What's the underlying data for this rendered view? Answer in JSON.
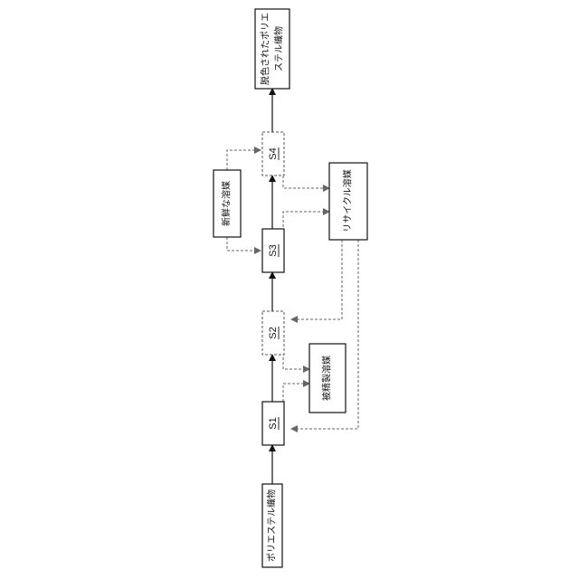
{
  "nodes": {
    "polyester_fabric": {
      "label": "ポリエステル織物"
    },
    "s1": {
      "label": "S1"
    },
    "s2": {
      "label": "S2"
    },
    "s3": {
      "label": "S3"
    },
    "s4": {
      "label": "S4"
    },
    "decolorized_fabric": {
      "line1": "脱色されたポリエ",
      "line2": "ステル織物"
    },
    "contaminated_solvent": {
      "label": "被精製溶媒"
    },
    "fresh_solvent": {
      "label": "新鮮な溶媒"
    },
    "recycled_solvent": {
      "label": "リサイクル溶媒"
    }
  },
  "colors": {
    "solid_line": "#111111",
    "dashed_line": "#666666",
    "background": "#ffffff"
  }
}
